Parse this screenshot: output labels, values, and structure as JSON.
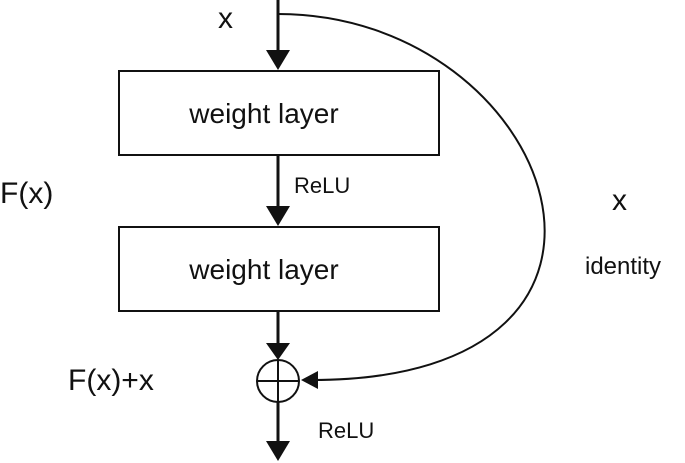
{
  "labels": {
    "input_x": "x",
    "block_function": "F(x)",
    "relu_mid": "ReLU",
    "identity_x": "x",
    "identity": "identity",
    "sum": "F(x)+x",
    "relu_out": "ReLU"
  },
  "layers": [
    {
      "label": "weight layer"
    },
    {
      "label": "weight layer"
    }
  ]
}
